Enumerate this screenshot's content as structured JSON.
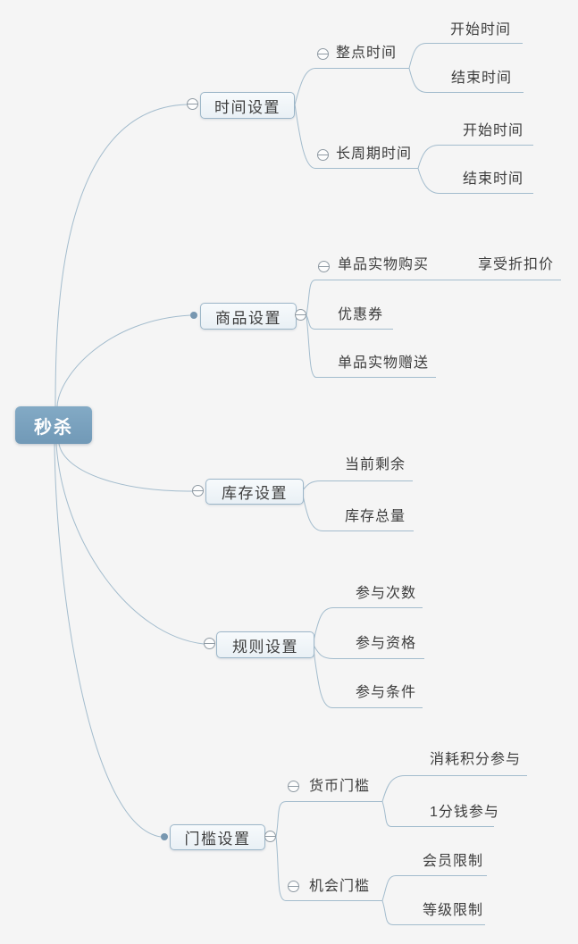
{
  "root": {
    "label": "秒杀"
  },
  "branches": [
    {
      "label": "时间设置",
      "children": [
        {
          "label": "整点时间",
          "children": [
            {
              "label": "开始时间"
            },
            {
              "label": "结束时间"
            }
          ]
        },
        {
          "label": "长周期时间",
          "children": [
            {
              "label": "开始时间"
            },
            {
              "label": "结束时间"
            }
          ]
        }
      ]
    },
    {
      "label": "商品设置",
      "children": [
        {
          "label": "单品实物购买",
          "children": [
            {
              "label": "享受折扣价"
            }
          ]
        },
        {
          "label": "优惠券",
          "children": []
        },
        {
          "label": "单品实物赠送",
          "children": []
        }
      ]
    },
    {
      "label": "库存设置",
      "children": [
        {
          "label": "当前剩余"
        },
        {
          "label": "库存总量"
        }
      ]
    },
    {
      "label": "规则设置",
      "children": [
        {
          "label": "参与次数"
        },
        {
          "label": "参与资格"
        },
        {
          "label": "参与条件"
        }
      ]
    },
    {
      "label": "门槛设置",
      "children": [
        {
          "label": "货币门槛",
          "children": [
            {
              "label": "消耗积分参与"
            },
            {
              "label": "1分钱参与"
            }
          ]
        },
        {
          "label": "机会门槛",
          "children": [
            {
              "label": "会员限制"
            },
            {
              "label": "等级限制"
            }
          ]
        }
      ]
    }
  ],
  "icons": {
    "expander": "minus-in-circle",
    "connection_dot": "filled-circle"
  },
  "colors": {
    "background": "#f5f5f5",
    "line": "#a3bccd",
    "root_fill": "#7ba3c0",
    "root_text": "#ffffff",
    "box_border": "#9cb6c8",
    "box_fill": "#eef4f8",
    "text": "#3d3d3d",
    "expander_border": "#8f9aa3",
    "dot_fill": "#7897b0"
  }
}
